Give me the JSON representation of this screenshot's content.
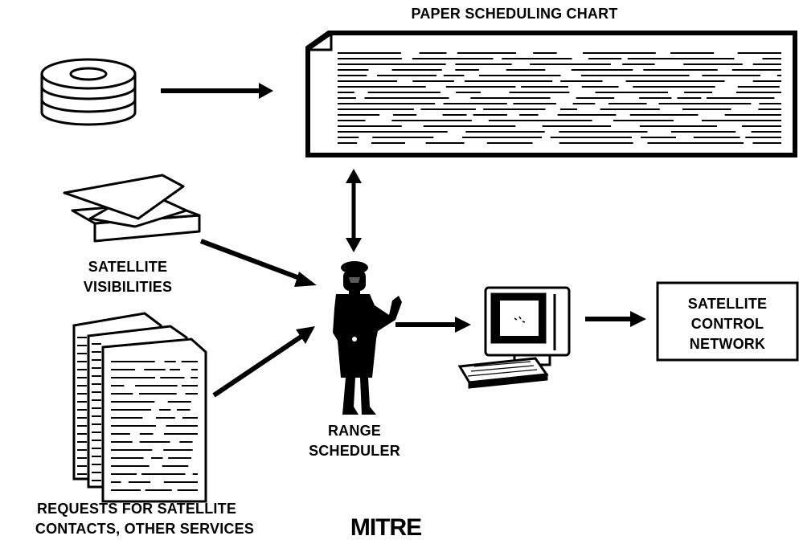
{
  "labels": {
    "chart_title": "PAPER SCHEDULING CHART",
    "visibilities_line1": "SATELLITE",
    "visibilities_line2": "VISIBILITIES",
    "requests_line1": "REQUESTS FOR SATELLITE",
    "requests_line2": "CONTACTS, OTHER SERVICES",
    "scheduler_line1": "RANGE",
    "scheduler_line2": "SCHEDULER",
    "network_line1": "SATELLITE",
    "network_line2": "CONTROL",
    "network_line3": "NETWORK",
    "logo": "MITRE"
  },
  "icons": {
    "data_source": "disk-stack-icon",
    "visibilities": "paper-stack-icon",
    "requests": "document-stack-icon",
    "chart": "scheduling-chart-icon",
    "scheduler": "person-icon",
    "computer": "computer-terminal-icon"
  },
  "colors": {
    "ink": "#000000",
    "paper": "#ffffff"
  }
}
